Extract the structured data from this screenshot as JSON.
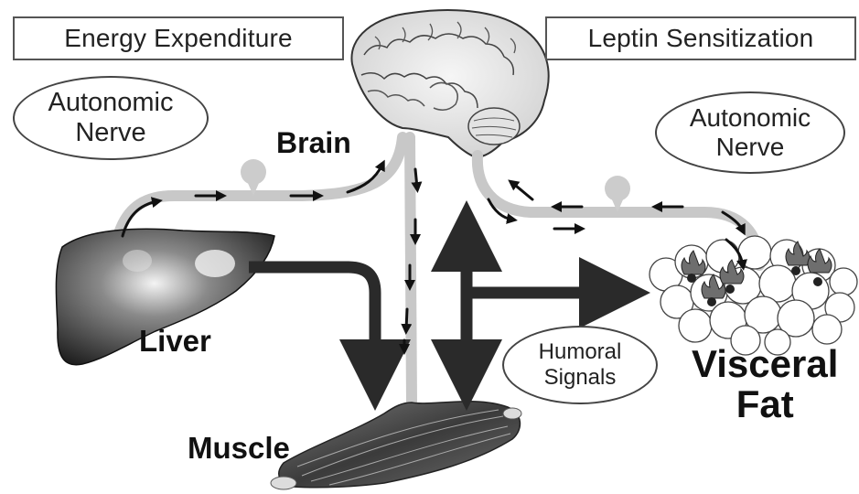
{
  "headers": {
    "left": "Energy Expenditure",
    "right": "Leptin Sensitization"
  },
  "ovals": {
    "left_line1": "Autonomic",
    "left_line2": "Nerve",
    "right_line1": "Autonomic",
    "right_line2": "Nerve",
    "humoral_line1": "Humoral",
    "humoral_line2": "Signals"
  },
  "organs": {
    "brain": "Brain",
    "liver": "Liver",
    "muscle": "Muscle",
    "visceral_line1": "Visceral",
    "visceral_line2": "Fat"
  },
  "colors": {
    "nerve": "#c8c8c8",
    "arrow": "#222222",
    "organ_dark": "#3a3a3a",
    "flame": "#7a7a7a"
  },
  "icons": [
    "brain-icon",
    "liver-icon",
    "muscle-icon",
    "visceral-fat-icon",
    "neuron-icon",
    "flame-icon"
  ]
}
